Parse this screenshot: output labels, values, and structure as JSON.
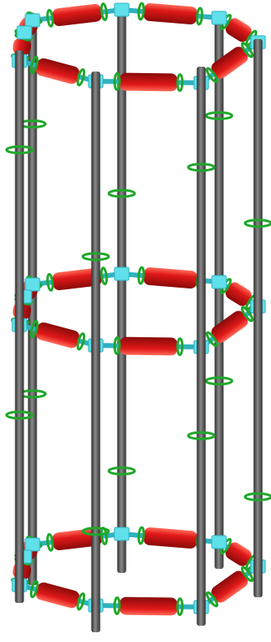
{
  "scene": {
    "description_free": true,
    "colors": {
      "background": "#ffffff",
      "rod": "#4a4a4a",
      "rod_highlight": "#8a8a8a",
      "roller": "#d41414",
      "roller_highlight": "#ff5a4a",
      "joint": "#5fe0ea",
      "joint_dark": "#2fb2c0",
      "ring": "#1fa82a",
      "ring_dark": "#0e7a18"
    },
    "rods": 8,
    "tiers": 3,
    "rollers_per_tier": 8,
    "green_rings_per_rod": 3
  }
}
